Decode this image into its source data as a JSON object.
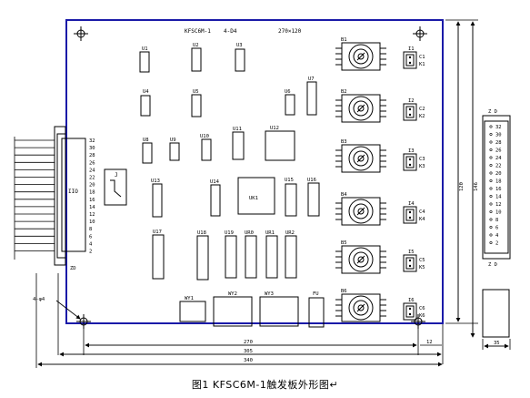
{
  "colors": {
    "board_outline": "#1a1aa8",
    "component": "#000000",
    "background": "#ffffff"
  },
  "board": {
    "model_label": "KFSC6M-1",
    "code_label": "4-D4",
    "size_label": "270×120"
  },
  "chips": [
    {
      "id": "U1",
      "label": "U1"
    },
    {
      "id": "U2",
      "label": "U2"
    },
    {
      "id": "U3",
      "label": "U3"
    },
    {
      "id": "U4",
      "label": "U4"
    },
    {
      "id": "U5",
      "label": "U5"
    },
    {
      "id": "U6",
      "label": "U6"
    },
    {
      "id": "U7",
      "label": "U7"
    },
    {
      "id": "U8",
      "label": "U8"
    },
    {
      "id": "U9",
      "label": "U9"
    },
    {
      "id": "U10",
      "label": "U10"
    },
    {
      "id": "U11",
      "label": "U11"
    },
    {
      "id": "U12",
      "label": "U12"
    },
    {
      "id": "U13",
      "label": "U13"
    },
    {
      "id": "U14",
      "label": "U14"
    },
    {
      "id": "U15",
      "label": "U15"
    },
    {
      "id": "U16",
      "label": "U16"
    },
    {
      "id": "UK1",
      "label": "UK1"
    },
    {
      "id": "U17",
      "label": "U17"
    },
    {
      "id": "U18",
      "label": "U18"
    },
    {
      "id": "U19",
      "label": "U19"
    },
    {
      "id": "UR0",
      "label": "UR0"
    },
    {
      "id": "UR1",
      "label": "UR1"
    },
    {
      "id": "UR2",
      "label": "UR2"
    }
  ],
  "transformers": [
    {
      "label": "WY1"
    },
    {
      "label": "WY2"
    },
    {
      "label": "WY3"
    },
    {
      "label": "FU"
    }
  ],
  "relay_label": "J",
  "transformer_coils": [
    "B1",
    "B2",
    "B3",
    "B4",
    "B5",
    "B6"
  ],
  "outputs": [
    {
      "i": "I1",
      "c": "C1",
      "k": "K1"
    },
    {
      "i": "I2",
      "c": "C2",
      "k": "K2"
    },
    {
      "i": "I3",
      "c": "C3",
      "k": "K3"
    },
    {
      "i": "I4",
      "c": "C4",
      "k": "K4"
    },
    {
      "i": "I5",
      "c": "C5",
      "k": "K5"
    },
    {
      "i": "I6",
      "c": "C6",
      "k": "K6"
    }
  ],
  "left_connector": {
    "label": "ZD",
    "silk": "ZD",
    "pins": [
      "32",
      "30",
      "28",
      "26",
      "24",
      "22",
      "20",
      "18",
      "16",
      "14",
      "12",
      "10",
      "8",
      "6",
      "4",
      "2"
    ],
    "body_label": "IIO"
  },
  "right_connector": {
    "top_label": "Z D",
    "bottom_label": "Z D",
    "pins": [
      "32",
      "30",
      "28",
      "26",
      "24",
      "22",
      "20",
      "18",
      "16",
      "14",
      "12",
      "10",
      "8",
      "6",
      "4",
      "2"
    ]
  },
  "mounting_hole_label": "4-φ4",
  "dimensions": {
    "d270": "270",
    "d305": "305",
    "d340": "340",
    "d12": "12",
    "d120": "120",
    "d146": "146",
    "d35": "35"
  },
  "caption": "图1  KFSC6M-1触发板外形图↵"
}
